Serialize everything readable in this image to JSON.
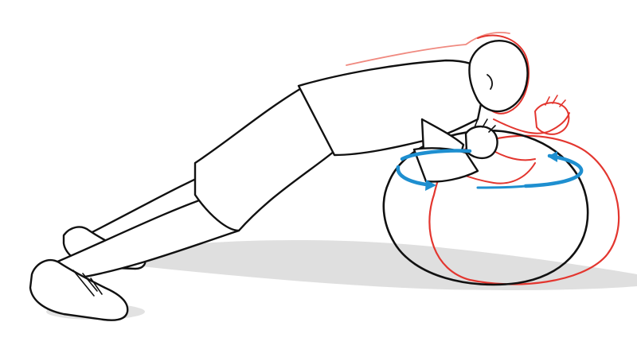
{
  "illustration": {
    "subject": "stability-ball-plank-circles",
    "colors": {
      "outline": "#111111",
      "motion_ghost": "#e3362f",
      "motion_ghost_faint": "#f08a80",
      "rotation_arrow": "#1e8fd0",
      "shadow": "#d9d9d9",
      "background": "#ffffff"
    },
    "icons": [
      "person-figure",
      "stability-ball",
      "ghost-position",
      "rotation-arrow-icon",
      "floor-shadow"
    ]
  }
}
